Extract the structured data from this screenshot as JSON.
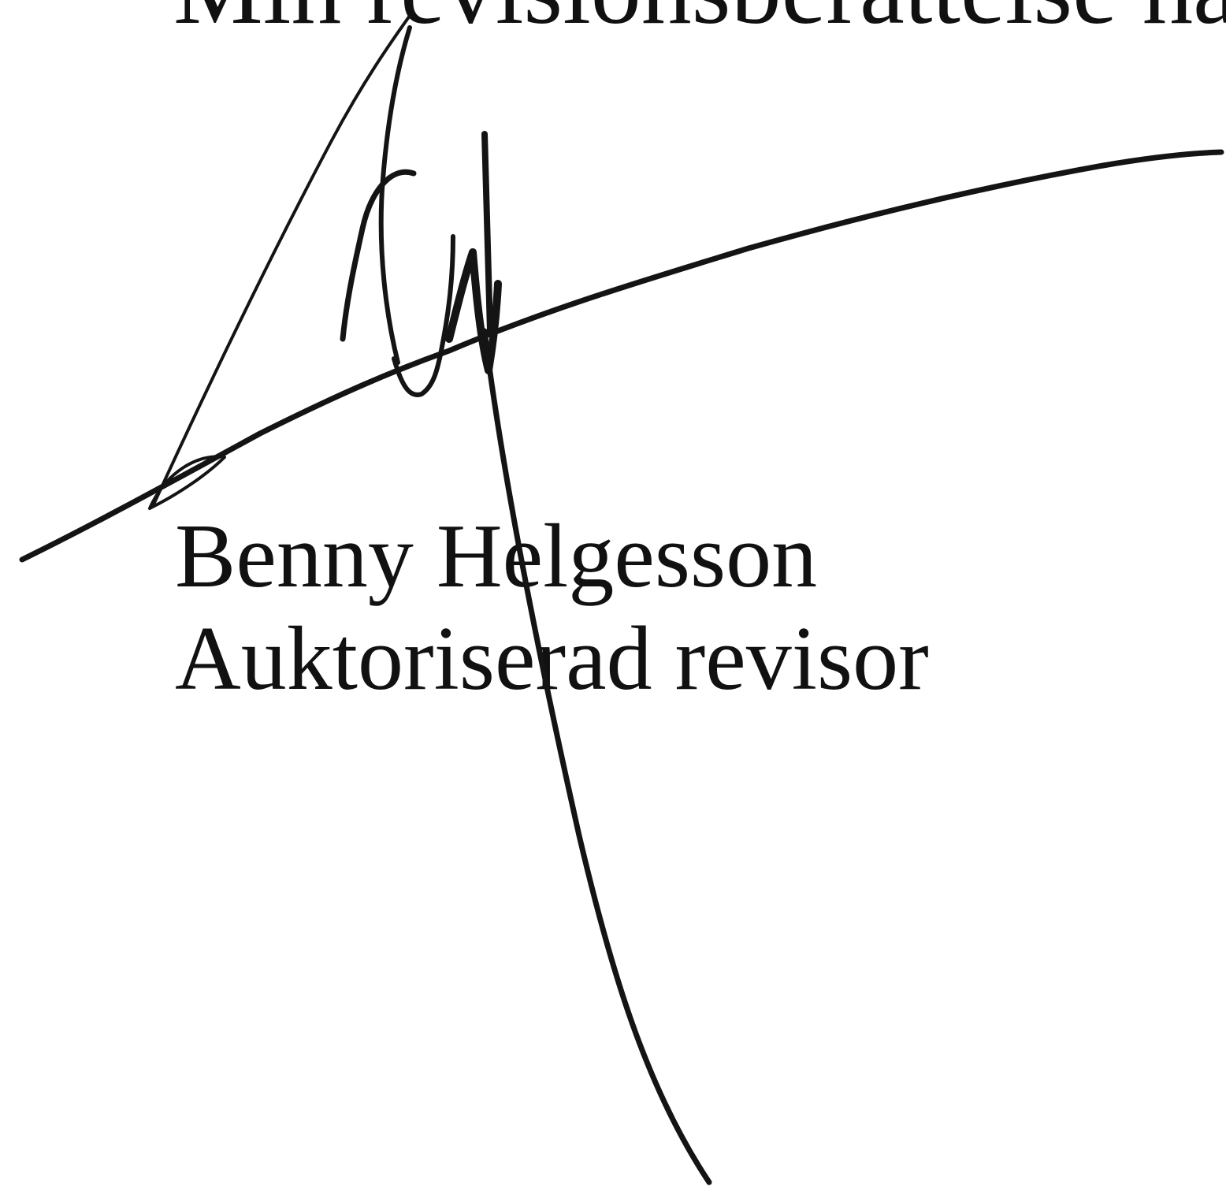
{
  "document": {
    "top_text": "Min revisionsberättelse har",
    "signer_name": "Benny Helgesson",
    "signer_title": "Auktoriserad revisor"
  },
  "colors": {
    "ink": "#141414",
    "paper": "#ffffff"
  }
}
